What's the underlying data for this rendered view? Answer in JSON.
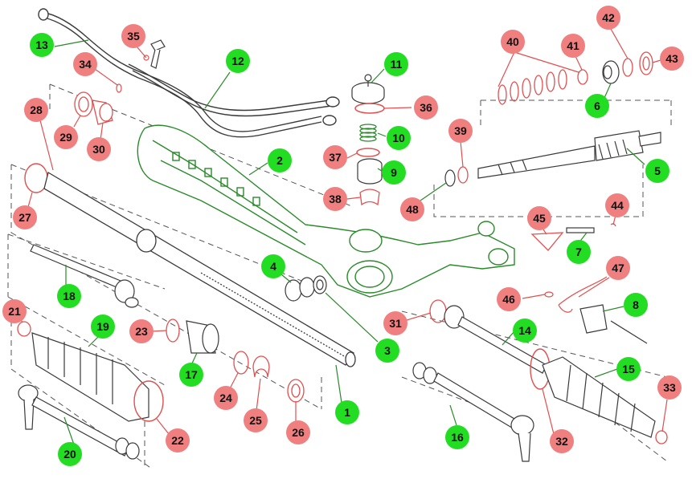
{
  "colors": {
    "green_badge": "#22dd22",
    "red_badge": "#f08080",
    "part_stroke": "#3a3a3a",
    "part_green": "#2ecc40",
    "part_red": "#e05050",
    "dash": "#555555"
  },
  "callouts": [
    {
      "id": "1",
      "color": "green"
    },
    {
      "id": "2",
      "color": "green"
    },
    {
      "id": "3",
      "color": "green"
    },
    {
      "id": "4",
      "color": "green"
    },
    {
      "id": "5",
      "color": "green"
    },
    {
      "id": "6",
      "color": "green"
    },
    {
      "id": "7",
      "color": "green"
    },
    {
      "id": "8",
      "color": "green"
    },
    {
      "id": "9",
      "color": "green"
    },
    {
      "id": "10",
      "color": "green"
    },
    {
      "id": "11",
      "color": "green"
    },
    {
      "id": "12",
      "color": "green"
    },
    {
      "id": "13",
      "color": "green"
    },
    {
      "id": "14",
      "color": "green"
    },
    {
      "id": "15",
      "color": "green"
    },
    {
      "id": "16",
      "color": "green"
    },
    {
      "id": "17",
      "color": "green"
    },
    {
      "id": "18",
      "color": "green"
    },
    {
      "id": "19",
      "color": "green"
    },
    {
      "id": "20",
      "color": "green"
    },
    {
      "id": "21",
      "color": "red"
    },
    {
      "id": "22",
      "color": "red"
    },
    {
      "id": "23",
      "color": "red"
    },
    {
      "id": "24",
      "color": "red"
    },
    {
      "id": "25",
      "color": "red"
    },
    {
      "id": "26",
      "color": "red"
    },
    {
      "id": "27",
      "color": "red"
    },
    {
      "id": "28",
      "color": "red"
    },
    {
      "id": "29",
      "color": "red"
    },
    {
      "id": "30",
      "color": "red"
    },
    {
      "id": "31",
      "color": "red"
    },
    {
      "id": "32",
      "color": "red"
    },
    {
      "id": "33",
      "color": "red"
    },
    {
      "id": "34",
      "color": "red"
    },
    {
      "id": "35",
      "color": "red"
    },
    {
      "id": "36",
      "color": "red"
    },
    {
      "id": "37",
      "color": "red"
    },
    {
      "id": "38",
      "color": "red"
    },
    {
      "id": "39",
      "color": "red"
    },
    {
      "id": "40",
      "color": "red"
    },
    {
      "id": "41",
      "color": "red"
    },
    {
      "id": "42",
      "color": "red"
    },
    {
      "id": "43",
      "color": "red"
    },
    {
      "id": "44",
      "color": "red"
    },
    {
      "id": "45",
      "color": "red"
    },
    {
      "id": "46",
      "color": "red"
    },
    {
      "id": "47",
      "color": "red"
    },
    {
      "id": "48",
      "color": "red"
    }
  ]
}
